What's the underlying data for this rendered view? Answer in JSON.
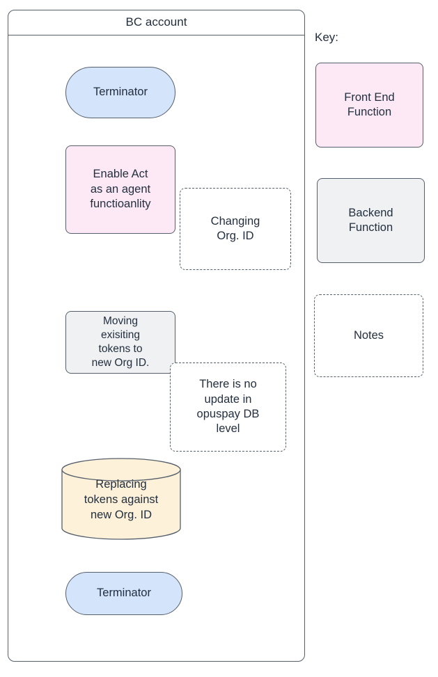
{
  "diagram": {
    "pool": {
      "title": "BC account"
    },
    "nodes": [
      {
        "id": "start",
        "type": "terminator",
        "label": "Terminator"
      },
      {
        "id": "enable",
        "type": "frontend",
        "label": "Enable Act\nas an agent\nfunctioanlity"
      },
      {
        "id": "moving",
        "type": "backend",
        "label": "Moving\nexisiting\ntokens to\nnew Org ID."
      },
      {
        "id": "replacing",
        "type": "database",
        "label": "Replacing\ntokens against\nnew Org. ID"
      },
      {
        "id": "end",
        "type": "terminator",
        "label": "Terminator"
      }
    ],
    "notes": [
      {
        "id": "note-changing",
        "label": "Changing\nOrg. ID"
      },
      {
        "id": "note-no-update",
        "label": "There is no\nupdate in\nopuspay DB\nlevel"
      }
    ],
    "node_labels": {
      "start": "Terminator",
      "enable_line1": "Enable Act",
      "enable_line2": "as an agent",
      "enable_line3": "functioanlity",
      "moving_line1": "Moving",
      "moving_line2": "exisiting",
      "moving_line3": "tokens to",
      "moving_line4": "new Org ID.",
      "replacing_line1": "Replacing",
      "replacing_line2": "tokens against",
      "replacing_line3": "new Org. ID",
      "end": "Terminator"
    },
    "note_labels": {
      "changing_line1": "Changing",
      "changing_line2": "Org. ID",
      "noupdate_line1": "There is no",
      "noupdate_line2": "update in",
      "noupdate_line3": "opuspay DB",
      "noupdate_line4": "level"
    }
  },
  "key": {
    "title": "Key:",
    "items": [
      {
        "id": "front-end",
        "label": "Front End\nFunction",
        "line1": "Front End",
        "line2": "Function",
        "style": "solid-pink"
      },
      {
        "id": "backend",
        "label": "Backend\nFunction",
        "line1": "Backend",
        "line2": "Function",
        "style": "solid-grey"
      },
      {
        "id": "notes",
        "label": "Notes",
        "line1": "Notes",
        "line2": "",
        "style": "dashed"
      }
    ]
  },
  "colors": {
    "stroke": "#555e6b",
    "text": "#232f3e",
    "terminator_fill": "#d3e4fb",
    "frontend_fill": "#fce9f5",
    "backend_fill": "#eff1f3",
    "database_fill": "#fdf2d9",
    "canvas": "#ffffff"
  }
}
